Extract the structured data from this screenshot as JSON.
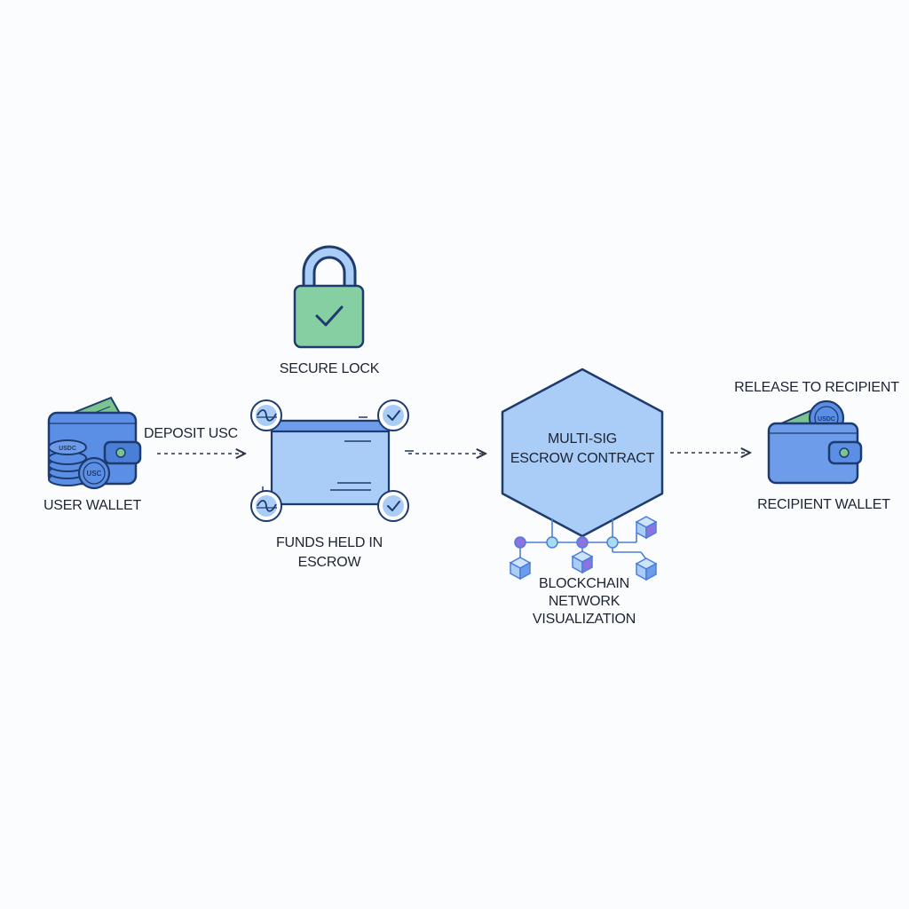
{
  "labels": {
    "user_wallet": "USER WALLET",
    "deposit": "DEPOSIT USC",
    "secure_lock": "SECURE LOCK",
    "funds_line1": "FUNDS HELD IN",
    "funds_line2": "ESCROW",
    "contract_line1": "MULTI-SIG",
    "contract_line2": "ESCROW CONTRACT",
    "network_line1": "BLOCKCHAIN",
    "network_line2": "NETWORK",
    "network_line3": "VISUALIZATION",
    "release": "RELEASE TO RECIPIENT",
    "recipient_wallet": "RECIPIENT WALLET"
  },
  "coin_text": {
    "stack_top": "USDC",
    "coin_front": "USC",
    "recipient_coin": "USDC"
  },
  "icons": [
    "wallet-icon",
    "coin-stack-icon",
    "banknote-icon",
    "padlock-check-icon",
    "document-icon",
    "signature-icon",
    "check-circle-icon",
    "hexagon-icon",
    "cube-node-icon",
    "arrow-right-icon"
  ],
  "colors": {
    "outline": "#1f3b6e",
    "wallet_blue": "#5b8fe6",
    "light_blue": "#a9cdf7",
    "lock_green": "#86cfa3",
    "note_green": "#7cc48f",
    "node_purple": "#8d72e0",
    "node_teal": "#a6dcf0"
  }
}
